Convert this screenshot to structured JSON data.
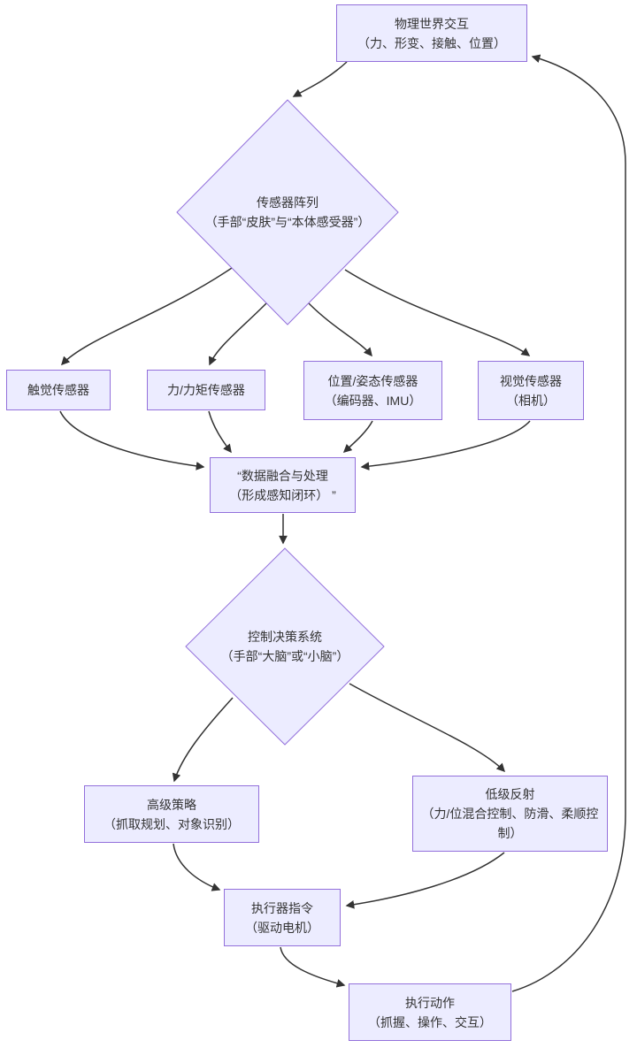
{
  "diagram": {
    "type": "flowchart",
    "background_color": "#ffffff",
    "node_fill_color": "#ECECFF",
    "node_border_color": "#9370DB",
    "edge_color": "#333333",
    "text_color": "#333333"
  },
  "nodes": {
    "physical_world": {
      "line1": "物理世界交互",
      "line2": "（力、形变、接触、位置）"
    },
    "sensor_array": {
      "line1": "传感器阵列",
      "line2": "（手部“皮肤”与“本体感受器”）"
    },
    "tactile": {
      "line1": "触觉传感器",
      "line2": ""
    },
    "force": {
      "line1": "力/力矩传感器",
      "line2": ""
    },
    "position": {
      "line1": "位置/姿态传感器",
      "line2": "（编码器、IMU）"
    },
    "vision": {
      "line1": "视觉传感器",
      "line2": "（相机）"
    },
    "fusion": {
      "line1": "“数据融合与处理",
      "line2": "（形成感知闭环） ”"
    },
    "control": {
      "line1": "控制决策系统",
      "line2": "（手部“大脑”或“小脑”）"
    },
    "high_level": {
      "line1": "高级策略",
      "line2": "（抓取规划、对象识别）"
    },
    "low_level": {
      "line1": "低级反射",
      "line2": "（力/位混合控制、防滑、柔顺控制）"
    },
    "actuator": {
      "line1": "执行器指令",
      "line2": "（驱动电机）"
    },
    "action": {
      "line1": "执行动作",
      "line2": "（抓握、操作、交互）"
    }
  },
  "edges": [
    {
      "from": "physical_world",
      "to": "sensor_array"
    },
    {
      "from": "sensor_array",
      "to": "tactile"
    },
    {
      "from": "sensor_array",
      "to": "force"
    },
    {
      "from": "sensor_array",
      "to": "position"
    },
    {
      "from": "sensor_array",
      "to": "vision"
    },
    {
      "from": "tactile",
      "to": "fusion"
    },
    {
      "from": "force",
      "to": "fusion"
    },
    {
      "from": "position",
      "to": "fusion"
    },
    {
      "from": "vision",
      "to": "fusion"
    },
    {
      "from": "fusion",
      "to": "control"
    },
    {
      "from": "control",
      "to": "high_level"
    },
    {
      "from": "control",
      "to": "low_level"
    },
    {
      "from": "high_level",
      "to": "actuator"
    },
    {
      "from": "low_level",
      "to": "actuator"
    },
    {
      "from": "actuator",
      "to": "action"
    },
    {
      "from": "action",
      "to": "physical_world"
    }
  ]
}
